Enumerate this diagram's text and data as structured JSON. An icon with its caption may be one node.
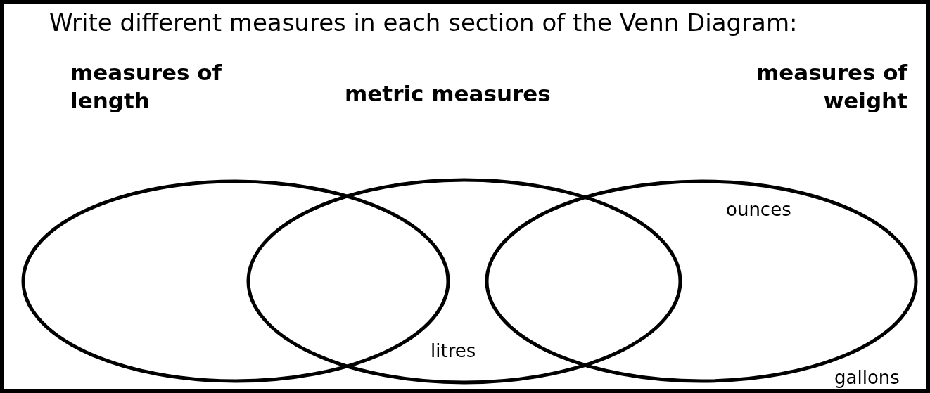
{
  "diagram": {
    "title": "Write different measures in each section of the Venn Diagram:",
    "nodes": [
      {
        "text": [
          "measures of length"
        ]
      },
      {
        "text": [
          "metric measures"
        ]
      },
      {
        "text": [
          "measures of weight"
        ]
      }
    ],
    "edges": [],
    "labels": [
      "ounces",
      "litres",
      "gallons"
    ]
  }
}
